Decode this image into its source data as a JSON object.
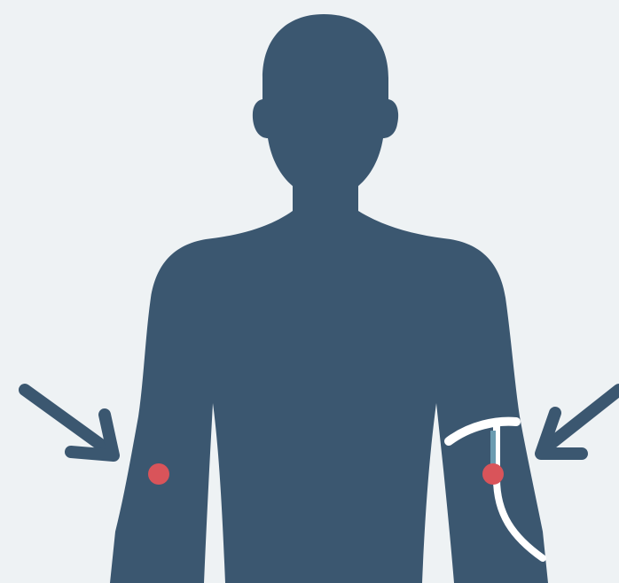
{
  "colors": {
    "background": "#eef2f4",
    "silhouette": "#3b5770",
    "marker": "#d9545a",
    "band": "#ffffff",
    "tube": "#6a9bb0",
    "arrow": "#3b5770"
  },
  "figure": {
    "subject": "human-torso-silhouette",
    "markers": [
      "left-forearm-site",
      "right-forearm-site"
    ],
    "arrows": [
      "left-arrow",
      "right-arrow"
    ],
    "devices": [
      "right-arm-band",
      "right-arm-catheter-line"
    ]
  }
}
